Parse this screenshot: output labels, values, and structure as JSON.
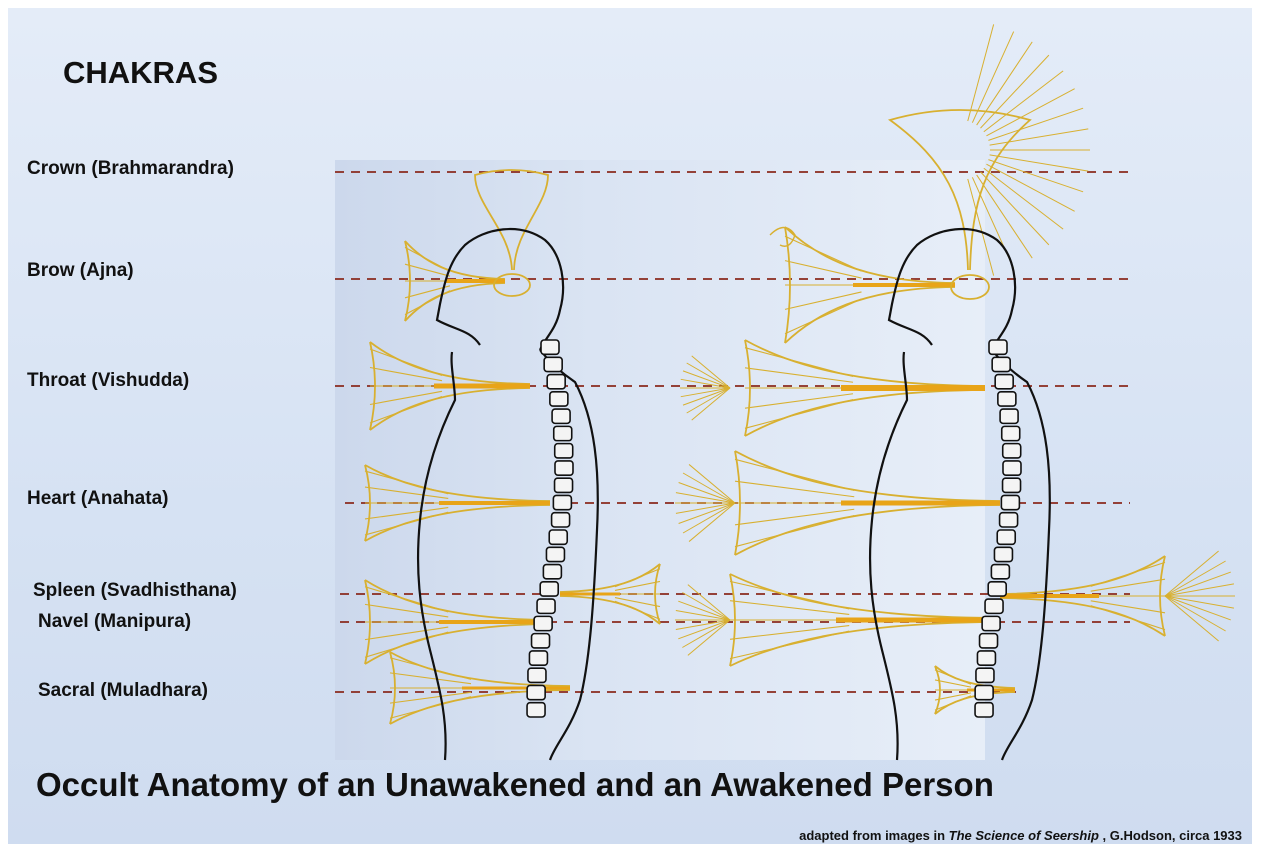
{
  "title": "CHAKRAS",
  "chakras": [
    {
      "label": "Crown (Brahmarandra)"
    },
    {
      "label": "Brow (Ajna)"
    },
    {
      "label": "Throat (Vishudda)"
    },
    {
      "label": "Heart (Anahata)"
    },
    {
      "label": "Spleen (Svadhisthana)"
    },
    {
      "label": "Navel (Manipura)"
    },
    {
      "label": "Sacral (Muladhara)"
    }
  ],
  "caption": "Occult Anatomy of an Unawakened and an Awakened Person",
  "credit": {
    "prefix": "adapted from images in ",
    "book": "The Science of Seership",
    "suffix": " , G.Hodson, circa 1933"
  },
  "colors": {
    "background": "#dbe5f4",
    "vortex": "#d8b030",
    "vortex_core": "#e8a418",
    "guide_line": "#8a2a1e",
    "body_outline": "#111111",
    "text": "#111111"
  }
}
